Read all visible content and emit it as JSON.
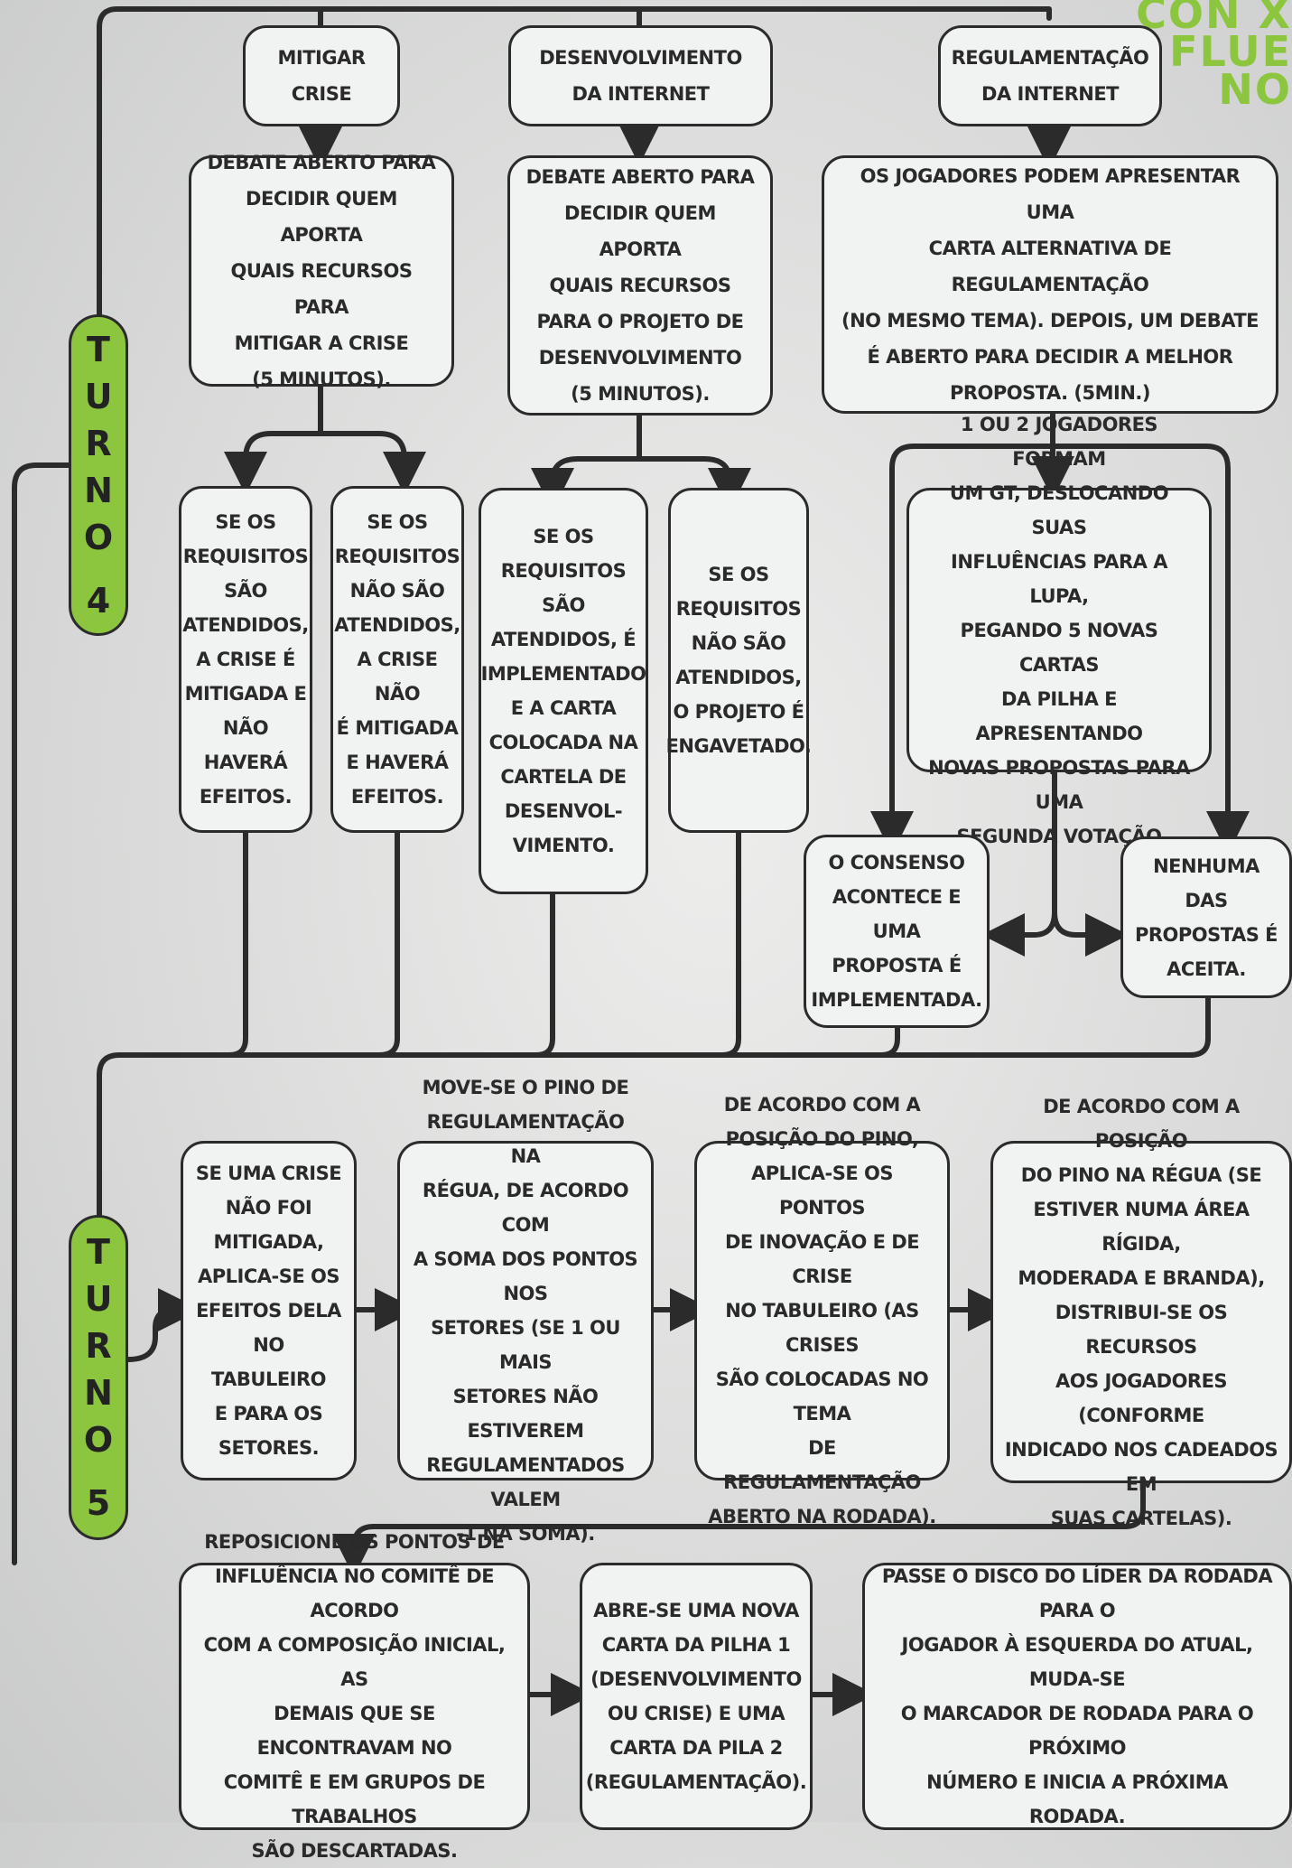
{
  "corner_text": [
    "CON X",
    "FLUE",
    "NO"
  ],
  "turns": {
    "turn4": [
      "T",
      "U",
      "R",
      "N",
      "O",
      "4"
    ],
    "turn5": [
      "T",
      "U",
      "R",
      "N",
      "O",
      "5"
    ]
  },
  "nodes": {
    "mitigar": "MITIGAR\nCRISE",
    "desenvolvimento": "DESENVOLVIMENTO\nDA INTERNET",
    "regulamentacao": "REGULAMENTAÇÃO\nDA INTERNET",
    "debate_crise": "DEBATE ABERTO PARA\nDECIDIR QUEM APORTA\nQUAIS RECURSOS PARA\nMITIGAR A CRISE\n(5 MINUTOS).",
    "debate_desenv": "DEBATE ABERTO PARA\nDECIDIR QUEM APORTA\nQUAIS RECURSOS\nPARA O PROJETO DE\nDESENVOLVIMENTO\n(5 MINUTOS).",
    "jogadores_alt": "OS JOGADORES PODEM APRESENTAR UMA\nCARTA ALTERNATIVA DE REGULAMENTAÇÃO\n(NO MESMO TEMA). DEPOIS, UM DEBATE\nÉ ABERTO PARA DECIDIR A MELHOR\nPROPOSTA. (5MIN.)",
    "crise_atendidos": "SE OS\nREQUISITOS\nSÃO\nATENDIDOS,\nA CRISE É\nMITIGADA E\nNÃO HAVERÁ\nEFEITOS.",
    "crise_nao_atendidos": "SE OS\nREQUISITOS\nNÃO SÃO\nATENDIDOS,\nA CRISE NÃO\nÉ MITIGADA\nE HAVERÁ\nEFEITOS.",
    "desenv_atendidos": "SE OS\nREQUISITOS SÃO\nATENDIDOS, É\nIMPLEMENTADO\nE A CARTA\nCOLOCADA NA\nCARTELA DE\nDESENVOL-\nVIMENTO.",
    "desenv_nao_atendidos": "SE OS\nREQUISITOS\nNÃO SÃO\nATENDIDOS,\nO PROJETO É\nENGAVETADO.",
    "gt": "1 OU 2 JOGADORES FORMAM\nUM GT, DESLOCANDO SUAS\nINFLUÊNCIAS PARA A LUPA,\nPEGANDO 5 NOVAS CARTAS\nDA PILHA E APRESENTANDO\nNOVAS PROPOSTAS PARA UMA\nSEGUNDA VOTAÇÃO",
    "consenso": "O CONSENSO\nACONTECE E UMA\nPROPOSTA É\nIMPLEMENTADA.",
    "nenhuma": "NENHUMA DAS\nPROPOSTAS É\nACEITA.",
    "crise_nao_mitigada": "SE UMA CRISE\nNÃO FOI\nMITIGADA,\nAPLICA-SE OS\nEFEITOS DELA\nNO TABULEIRO\nE PARA OS\nSETORES.",
    "move_pino": "MOVE-SE O PINO DE\nREGULAMENTAÇÃO NA\nRÉGUA, DE ACORDO COM\nA SOMA DOS PONTOS NOS\nSETORES (SE 1 OU MAIS\nSETORES NÃO ESTIVEREM\nREGULAMENTADOS VALEM\n-1 NA SOMA).",
    "pontos_inovacao": "DE ACORDO COM A\nPOSIÇÃO DO PINO,\nAPLICA-SE OS PONTOS\nDE INOVAÇÃO E DE CRISE\nNO TABULEIRO (AS CRISES\nSÃO COLOCADAS NO TEMA\nDE REGULAMENTAÇÃO\nABERTO NA RODADA).",
    "distribui_recursos": "DE ACORDO COM A POSIÇÃO\nDO PINO NA RÉGUA (SE\nESTIVER NUMA ÁREA RÍGIDA,\nMODERADA E BRANDA),\nDISTRIBUI-SE OS RECURSOS\nAOS JOGADORES (CONFORME\nINDICADO NOS CADEADOS EM\nSUAS CARTELAS).",
    "reposicione": "REPOSICIONE OS PONTOS DE\nINFLUÊNCIA NO COMITÊ DE ACORDO\nCOM A COMPOSIÇÃO INICIAL, AS\nDEMAIS QUE SE ENCONTRAVAM NO\nCOMITÊ E EM GRUPOS DE TRABALHOS\nSÃO DESCARTADAS.",
    "nova_carta": "ABRE-SE UMA NOVA\nCARTA DA PILHA 1\n(DESENVOLVIMENTO\nOU CRISE) E UMA\nCARTA DA PILA 2\n(REGULAMENTAÇÃO).",
    "passe_disco": "PASSE O DISCO DO LÍDER DA RODADA PARA O\nJOGADOR À ESQUERDA DO ATUAL, MUDA-SE\nO MARCADOR DE RODADA PARA O PRÓXIMO\nNÚMERO E INICIA A PRÓXIMA RODADA."
  },
  "colors": {
    "accent_green": "#8cc63f",
    "line": "#2b2b2b",
    "box_fill": "#f1f2f2"
  }
}
